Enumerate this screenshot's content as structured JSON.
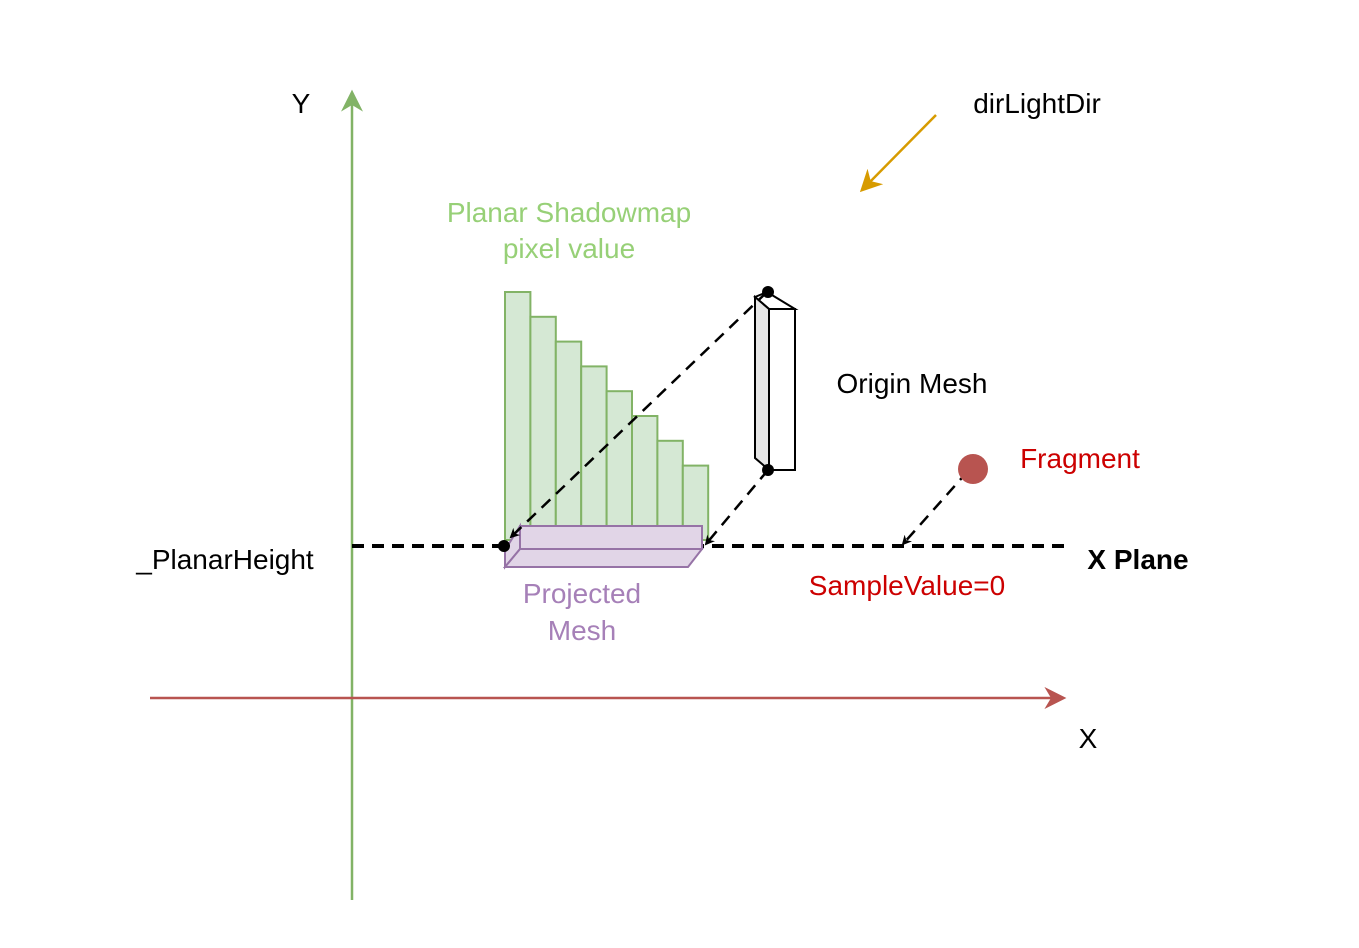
{
  "labels": {
    "y_axis": "Y",
    "x_axis": "X",
    "light_dir": "dirLightDir",
    "shadowmap_line1": "Planar Shadowmap",
    "shadowmap_line2": "pixel value",
    "origin_mesh": "Origin Mesh",
    "fragment": "Fragment",
    "planar_height": "_PlanarHeight",
    "x_plane": "X Plane",
    "sample_value": "SampleValue=0",
    "projected_line1": "Projected",
    "projected_line2": "Mesh"
  },
  "colors": {
    "y_axis": "#82b366",
    "x_axis": "#b85450",
    "light_arrow": "#d79b00",
    "shadowmap_text": "#97d077",
    "bar_fill": "#d5e8d4",
    "bar_stroke": "#82b366",
    "projected_fill": "#e1d5e7",
    "projected_stroke": "#9673a6",
    "projected_text": "#a680b8",
    "fragment_fill": "#b85450",
    "fragment_text": "#cc0000",
    "mesh_side": "#e6e6e6",
    "plane_line": "#000000"
  },
  "shadowmap_bars": [
    1.0,
    0.9,
    0.8,
    0.7,
    0.6,
    0.5,
    0.4,
    0.3
  ]
}
